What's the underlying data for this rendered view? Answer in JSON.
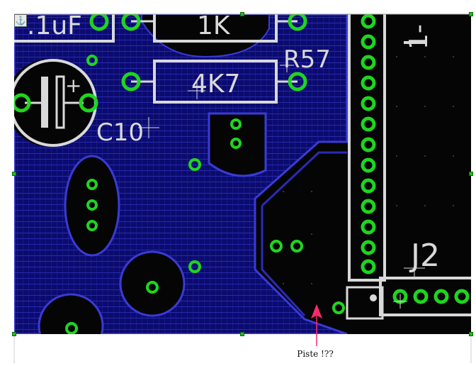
{
  "labels": {
    "cap_value": ".1uF",
    "res_top": "1K",
    "res_mid": "4K7",
    "res_ref": "R57",
    "cap_ref": "C10",
    "plus": "+",
    "connector_ref": "J2",
    "vertical_ref": "1-"
  },
  "annotation": {
    "caption": "Piste !??"
  },
  "icons": {
    "anchor": "anchor-icon",
    "arrow": "arrow-up-icon"
  },
  "colors": {
    "board": "#050505",
    "copper_fill": "#0b0b6e",
    "copper_grid": "#2a2ab8",
    "pad": "#1ed61e",
    "silkscreen": "#d9d9d9",
    "arrow": "#ff2a6b"
  }
}
